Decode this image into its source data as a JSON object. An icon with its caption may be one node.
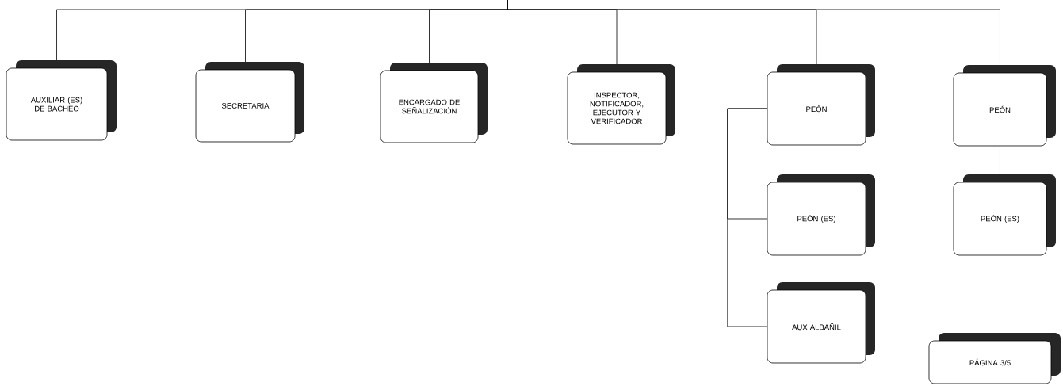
{
  "diagram": {
    "nodes": [
      {
        "text": [
          "AUXILIAR (ES) DE BACHEO"
        ]
      },
      {
        "text": [
          "SECRETARIA"
        ]
      },
      {
        "text": [
          "ENCARGADO DE SEÑALIZACIÓN"
        ]
      },
      {
        "text": [
          "INSPECTOR, NOTIFICADOR, EJECUTOR Y VERIFICADOR"
        ]
      },
      {
        "text": [
          "PEÓN"
        ]
      },
      {
        "text": [
          "PEÓN"
        ]
      },
      {
        "text": [
          "PEÓN (ES)"
        ]
      },
      {
        "text": [
          "PEÓN (ES)"
        ]
      },
      {
        "text": [
          "AUX ALBAÑIL"
        ]
      },
      {
        "text": [
          "PÁGINA 3/5"
        ]
      }
    ],
    "edges": [
      {
        "from": null,
        "to": 0,
        "arrow": "none"
      },
      {
        "from": null,
        "to": 1,
        "arrow": "none"
      },
      {
        "from": null,
        "to": 2,
        "arrow": "none"
      },
      {
        "from": null,
        "to": 3,
        "arrow": "none"
      },
      {
        "from": null,
        "to": 4,
        "arrow": "none"
      },
      {
        "from": null,
        "to": 5,
        "arrow": "none"
      },
      {
        "from": 4,
        "to": 6,
        "arrow": "none"
      },
      {
        "from": 4,
        "to": 8,
        "arrow": "none"
      },
      {
        "from": 5,
        "to": 7,
        "arrow": "none"
      }
    ]
  }
}
